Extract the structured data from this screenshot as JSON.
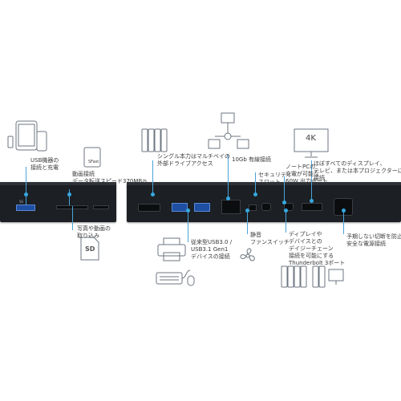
{
  "title": "",
  "labels": {
    "usb_front": [
      "USB機器の",
      "接続と充電"
    ],
    "sd_slot": [
      "動画接続",
      "データ転送スピード370MB/s"
    ],
    "sd_card": [
      "写真や動画の",
      "取り込み"
    ],
    "ports_raid": [
      "シングル本力はマルチベイの",
      "外部ドライブアクセス"
    ],
    "network": [
      "10Gb 有線接続"
    ],
    "security": [
      "セキュリティ",
      "スロット"
    ],
    "notebook": [
      "ノートPCの",
      "充電が可能な",
      "60W 出力ポート"
    ],
    "display": [
      "ほぼすべてのディスプレイ、",
      "テレビ、または本プロジェクターに",
      "接続"
    ],
    "usb30": [
      "従来型USB3.0 /",
      "USB3.1 Gen1",
      "デバイスの接続"
    ],
    "fan": [
      "静音",
      "ファンスイッチ"
    ],
    "daisy": [
      "ディプレイや",
      "デバイスとの",
      "デイジーチェーン",
      "接続を可能にする",
      "Thunderbolt 3ポート"
    ],
    "power": [
      "予期しない切断を防止する",
      "安全な電源接続"
    ]
  },
  "icons": {
    "tablet": "tablet-phone-icon",
    "sd_adapter": "sd-adapter-icon",
    "sd_card": "sd-card-icon",
    "raid": "drive-array-icon",
    "network": "network-topology-icon",
    "monitor": "monitor-4k-icon",
    "printer": "printer-icon",
    "keyboard": "keyboard-mouse-icon",
    "fan": "fan-icon",
    "daisy": "daisy-chain-icon"
  },
  "icon_text": {
    "sd_adapter_label": "SFast",
    "sd_card_label": "SD",
    "monitor_label": "4K"
  },
  "colors": {
    "accent": "#35a8e0",
    "dock": "#1c1f23",
    "usb": "#1f4fa3"
  }
}
